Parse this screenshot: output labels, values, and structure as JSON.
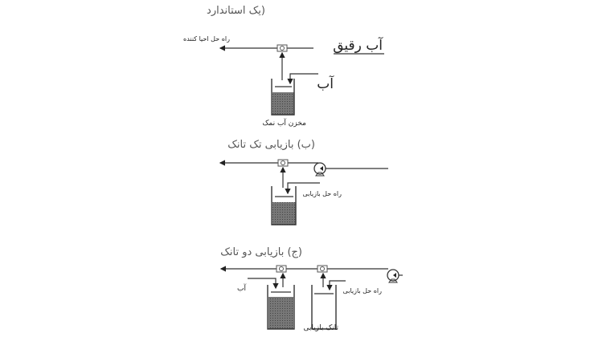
{
  "panel_a": {
    "title": "(یک استاندارد",
    "outlet_label": "راه حل احیا کننده",
    "inlet_label": "آب رقیق",
    "water_label": "آب",
    "tank_label": "مخزن آب نمک"
  },
  "panel_b": {
    "title": "(ب) بازیابی تک تانک",
    "inlet_label": "راه حل بازیابی"
  },
  "panel_c": {
    "title": "(ج) بازیابی دو تانک",
    "water_label": "آب",
    "inlet_label": "راه حل بازیابی",
    "tank_label": "تانک بازیابی"
  },
  "colors": {
    "line": "#333333",
    "brine_fill": "#555555",
    "title_text": "#555555"
  }
}
